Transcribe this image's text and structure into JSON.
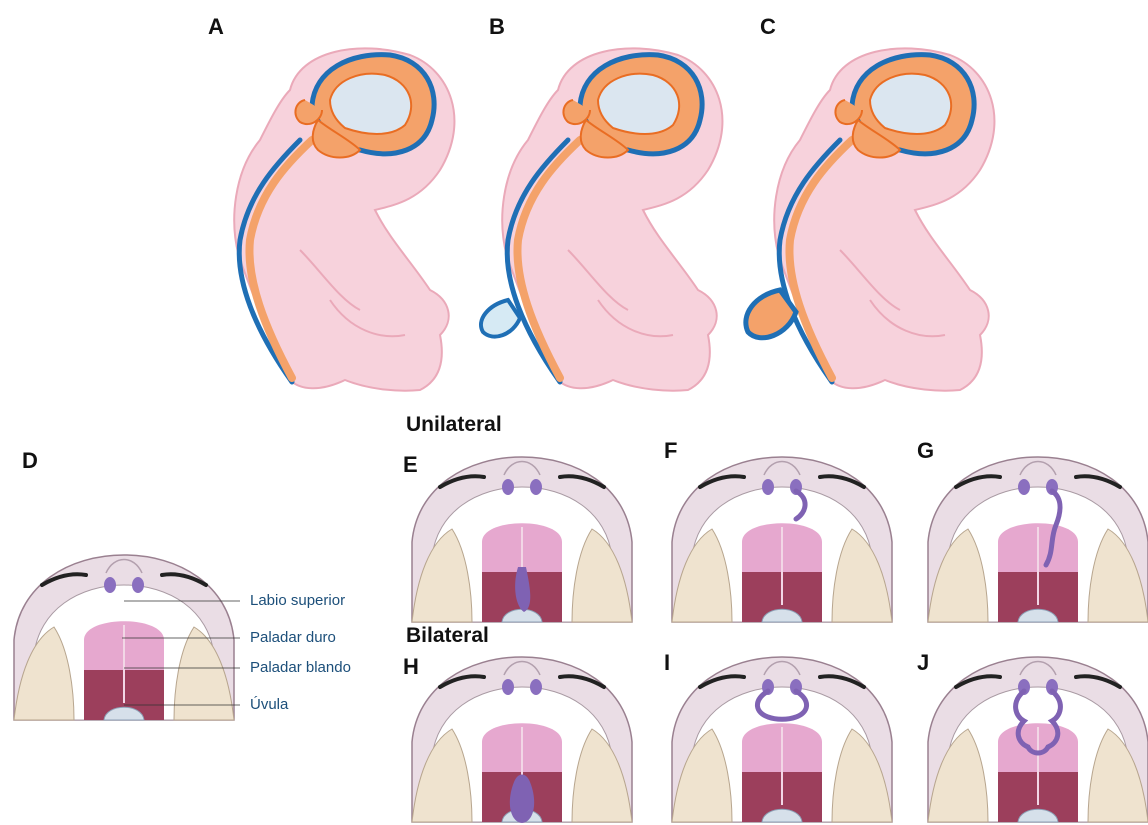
{
  "labels": {
    "A": "A",
    "B": "B",
    "C": "C",
    "D": "D",
    "E": "E",
    "F": "F",
    "G": "G",
    "H": "H",
    "I": "I",
    "J": "J"
  },
  "headings": {
    "unilateral": "Unilateral",
    "bilateral": "Bilateral"
  },
  "callouts": {
    "labio": "Labio superior",
    "duro": "Paladar duro",
    "blando": "Paladar blando",
    "uvula": "Úvula"
  },
  "colors": {
    "skin": "#f7d2dc",
    "skin_edge": "#eaa9b9",
    "meninges": "#1f6fb5",
    "neural": "#f4a26a",
    "neural_edge": "#e96d23",
    "ventricle": "#dbe6f0",
    "hard_palate": "#e6a8cf",
    "soft_palate": "#9c3f5c",
    "cleft": "#7f62b3",
    "callout_text": "#1c4f7a"
  }
}
